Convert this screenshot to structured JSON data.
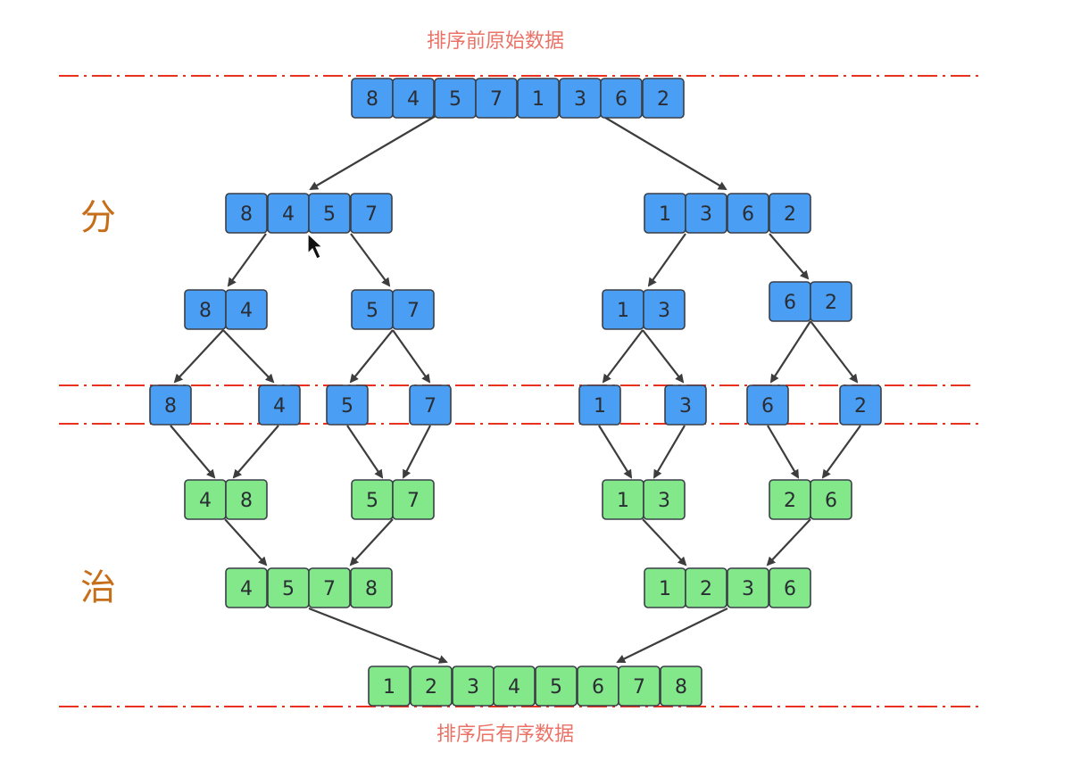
{
  "captions": {
    "top": "排序前原始数据",
    "bottom": "排序后有序数据"
  },
  "side_labels": {
    "divide": "分",
    "conquer": "治"
  },
  "colors": {
    "divide_cell": "#4a9ff5",
    "conquer_cell": "#82e88a",
    "guide_line": "#e8321f",
    "caption": "#ea7266",
    "side_label": "#c66e1a"
  },
  "arrays": {
    "original": [
      "8",
      "4",
      "5",
      "7",
      "1",
      "3",
      "6",
      "2"
    ],
    "split_left": [
      "8",
      "4",
      "5",
      "7"
    ],
    "split_right": [
      "1",
      "3",
      "6",
      "2"
    ],
    "split_a": [
      "8",
      "4"
    ],
    "split_b": [
      "5",
      "7"
    ],
    "split_c": [
      "1",
      "3"
    ],
    "split_d": [
      "6",
      "2"
    ],
    "single": [
      "8",
      "4",
      "5",
      "7",
      "1",
      "3",
      "6",
      "2"
    ],
    "merge_a": [
      "4",
      "8"
    ],
    "merge_b": [
      "5",
      "7"
    ],
    "merge_c": [
      "1",
      "3"
    ],
    "merge_d": [
      "2",
      "6"
    ],
    "merge_left": [
      "4",
      "5",
      "7",
      "8"
    ],
    "merge_right": [
      "1",
      "2",
      "3",
      "6"
    ],
    "sorted": [
      "1",
      "2",
      "3",
      "4",
      "5",
      "6",
      "7",
      "8"
    ]
  }
}
